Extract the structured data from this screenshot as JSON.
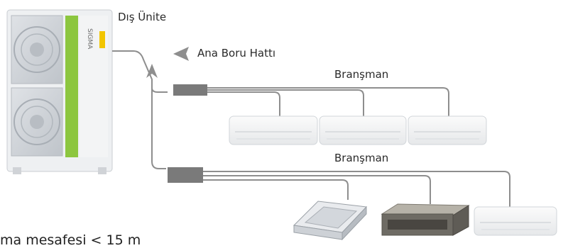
{
  "labels": {
    "outdoor_unit": "Dış Ünite",
    "main_pipe": "Ana Boru Hattı",
    "branch_top": "Branşman",
    "branch_bottom": "Branşman",
    "bottom_note": "ma mesafesi < 15 m"
  },
  "outdoor_unit_brand": "SIGMA",
  "colors": {
    "pipe": "#8e8e8e",
    "connector": "#7a7a7a",
    "unit_body": "#eef0f2",
    "fan_panel": "#cfd3d8",
    "brand_strip_green": "#8cc63f",
    "brand_strip_yellow": "#f2c500",
    "text": "#2a2a2a"
  }
}
